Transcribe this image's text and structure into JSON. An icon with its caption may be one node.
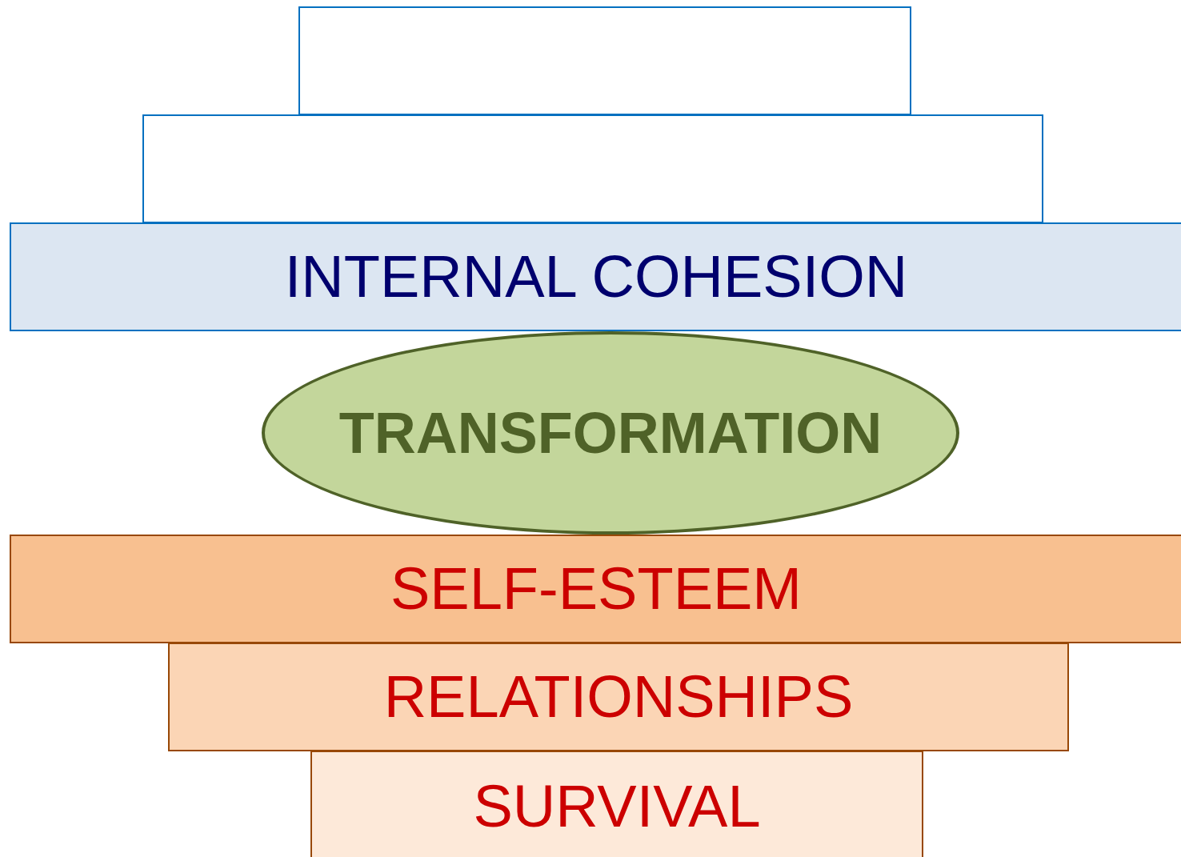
{
  "diagram": {
    "nodes": [
      {
        "text": [],
        "shape": "box"
      },
      {
        "text": [],
        "shape": "box"
      },
      {
        "text": [
          "INTERNAL COHESION"
        ]
      },
      {
        "text": [
          "TRANSFORMATION"
        ]
      },
      {
        "text": [
          "SELF-ESTEEM"
        ]
      },
      {
        "text": [
          "RELATIONSHIPS"
        ]
      },
      {
        "text": [
          "SURVIVAL"
        ]
      }
    ]
  }
}
